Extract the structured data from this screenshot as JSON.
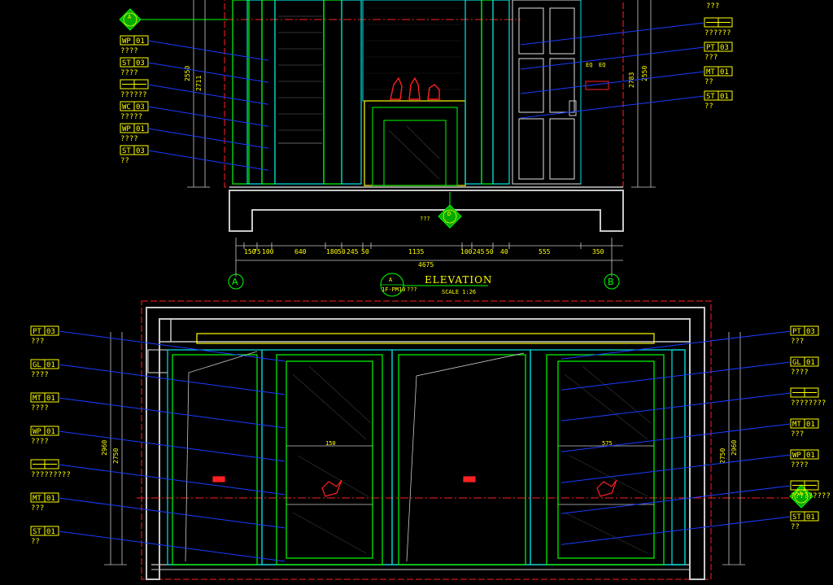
{
  "colors": {
    "background": "#000000",
    "panel": "#00ff00",
    "frame": "#00e5e5",
    "leader": "#1a3cff",
    "text": "#ffff00",
    "section": "#ff2020",
    "wall": "#c8c8c8",
    "marker": "#00ff00"
  },
  "top_elevation": {
    "title": "ELEVATION",
    "ref_code": "1F-PM10",
    "ref_suffix": "???",
    "scale": "SCALE   1:26",
    "grid_left": "A",
    "grid_right": "B",
    "marker_letter": "A",
    "center_marker_letter": "D",
    "center_marker_note": "???",
    "overall_dim": "4675",
    "dims": [
      "150",
      "75",
      "100",
      "640",
      "180",
      "50",
      "245",
      "50",
      "1135",
      "100",
      "245",
      "50",
      "40",
      "555",
      "350"
    ],
    "left_tags": [
      {
        "code": "WP",
        "num": "01",
        "note": "????"
      },
      {
        "code": "ST",
        "num": "03",
        "note": "????"
      },
      {
        "code": "",
        "num": "",
        "note": "??????"
      },
      {
        "code": "WC",
        "num": "03",
        "note": "?????"
      },
      {
        "code": "WP",
        "num": "01",
        "note": "????"
      },
      {
        "code": "ST",
        "num": "03",
        "note": "??"
      }
    ],
    "right_tags": [
      {
        "code": "",
        "num": "",
        "note": "??????"
      },
      {
        "code": "PT",
        "num": "03",
        "note": "???"
      },
      {
        "code": "MT",
        "num": "01",
        "note": "??"
      },
      {
        "code": "ST",
        "num": "01",
        "note": "??"
      }
    ],
    "right_top_note": "???",
    "left_heights": [
      "2550",
      "2711"
    ],
    "right_heights": [
      "2783",
      "2550"
    ],
    "door_marks": [
      "EQ",
      "EQ"
    ]
  },
  "bottom_elevation": {
    "marker_letter": "A",
    "left_tags": [
      {
        "code": "PT",
        "num": "03",
        "note": "???"
      },
      {
        "code": "GL",
        "num": "01",
        "note": "????"
      },
      {
        "code": "MT",
        "num": "01",
        "note": "????"
      },
      {
        "code": "WP",
        "num": "01",
        "note": "????"
      },
      {
        "code": "",
        "num": "",
        "note": "?????????"
      },
      {
        "code": "MT",
        "num": "01",
        "note": "???"
      },
      {
        "code": "ST",
        "num": "01",
        "note": "??"
      }
    ],
    "right_tags": [
      {
        "code": "PT",
        "num": "03",
        "note": "???"
      },
      {
        "code": "GL",
        "num": "01",
        "note": "????"
      },
      {
        "code": "",
        "num": "",
        "note": "????????"
      },
      {
        "code": "MT",
        "num": "01",
        "note": "???"
      },
      {
        "code": "WP",
        "num": "01",
        "note": "????"
      },
      {
        "code": "",
        "num": "",
        "note": "?????????"
      },
      {
        "code": "ST",
        "num": "01",
        "note": "??"
      }
    ],
    "left_heights": [
      "2960",
      "2750"
    ],
    "right_heights": [
      "2750",
      "2960"
    ],
    "panel_dims": [
      "150",
      "575"
    ]
  }
}
